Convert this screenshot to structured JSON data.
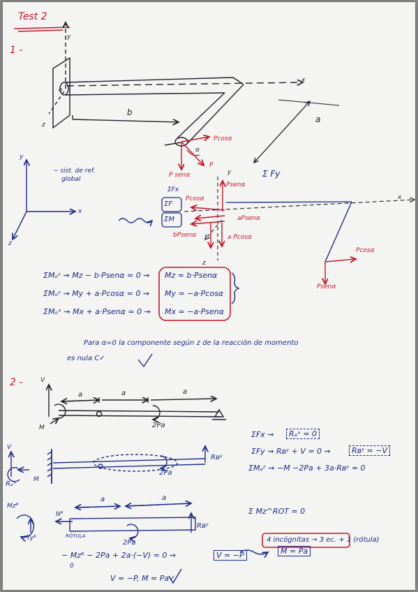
{
  "title": "Test 2",
  "p1": {
    "number": "1 -",
    "axes_top": {
      "y": "y",
      "x": "x",
      "z": "z",
      "o": "o"
    },
    "dim_a": "a",
    "dim_b": "b",
    "alpha": "α",
    "load": {
      "pcos": "Pcosα",
      "psen": "P senα",
      "p": "P"
    },
    "global_axes": {
      "y": "y",
      "x": "x",
      "z": "z"
    },
    "global_label_1": "~ sist. de ref.",
    "global_label_2": "global",
    "fbd": {
      "sum_fx": "ΣFx",
      "sum_fy": "Σ Fy",
      "sum_f": "ΣF",
      "sum_m": "ΣM",
      "pcos": "Pcosα",
      "psen_top": "Psenα",
      "a_psen": "aPsenα",
      "b_psen": "bPsenα",
      "a_pcos": "a Pcosα",
      "y": "y",
      "x": "x",
      "z": "z",
      "right_pcos": "Pcosα",
      "right_psen": "Psenα"
    },
    "eq1": "ΣMₒᶻ ⇝ Mz − b·Psenα = 0 ⇝",
    "eq2": "ΣMₒʸ ⇝ My + a·Pcosα = 0 ⇝",
    "eq3": "ΣMₒˣ ⇝ Mx + a·Psenα = 0 ⇝",
    "res1": "Mz = b·Psenα",
    "res2": "My = −a·Pcosα",
    "res3": "Mx = −a·Psenα",
    "note_1": "Para α=0 la componente según z de la reacción de momento",
    "note_2": "es nula C✓"
  },
  "p2": {
    "number": "2 -",
    "v": "V",
    "m": "M",
    "a1": "a",
    "a2": "a",
    "a3": "a",
    "load_2pa": "2Pa",
    "f2": {
      "v": "V",
      "rax": "Rₐˣ",
      "m": "M",
      "load": "2Pa",
      "rby": "Rʙʸ"
    },
    "eqs": {
      "fx_lhs": "ΣFx ⇝",
      "fx_res": "Rₐˣ = 0",
      "fy_lhs": "ΣFy ⇝ Rʙʸ + V = 0 ⇝",
      "fy_res": "Rʙʸ = −V",
      "mz": "ΣMₐᶻ ⇝ −M −2Pa + 3a·Rʙʸ = 0",
      "note": "4 incógnitas → 3 ec. + 1 (rótula)",
      "rot": "Σ Mz^ROT = 0"
    },
    "f3": {
      "mzr": "Mzᴿ",
      "tyr": "Tyᴿ",
      "nr": "Nᴿ",
      "rotula": "RÓTULA",
      "a1": "a",
      "a2": "a",
      "load": "2Pa",
      "rby": "Rʙʸ"
    },
    "final_eq": "− Mzᴿ − 2Pa + 2a·(−V) = 0 ⇝",
    "zero": "0",
    "v_box": "V = −P",
    "m_box": "M = Pa",
    "final": "V = −P, M = Pa✓"
  }
}
